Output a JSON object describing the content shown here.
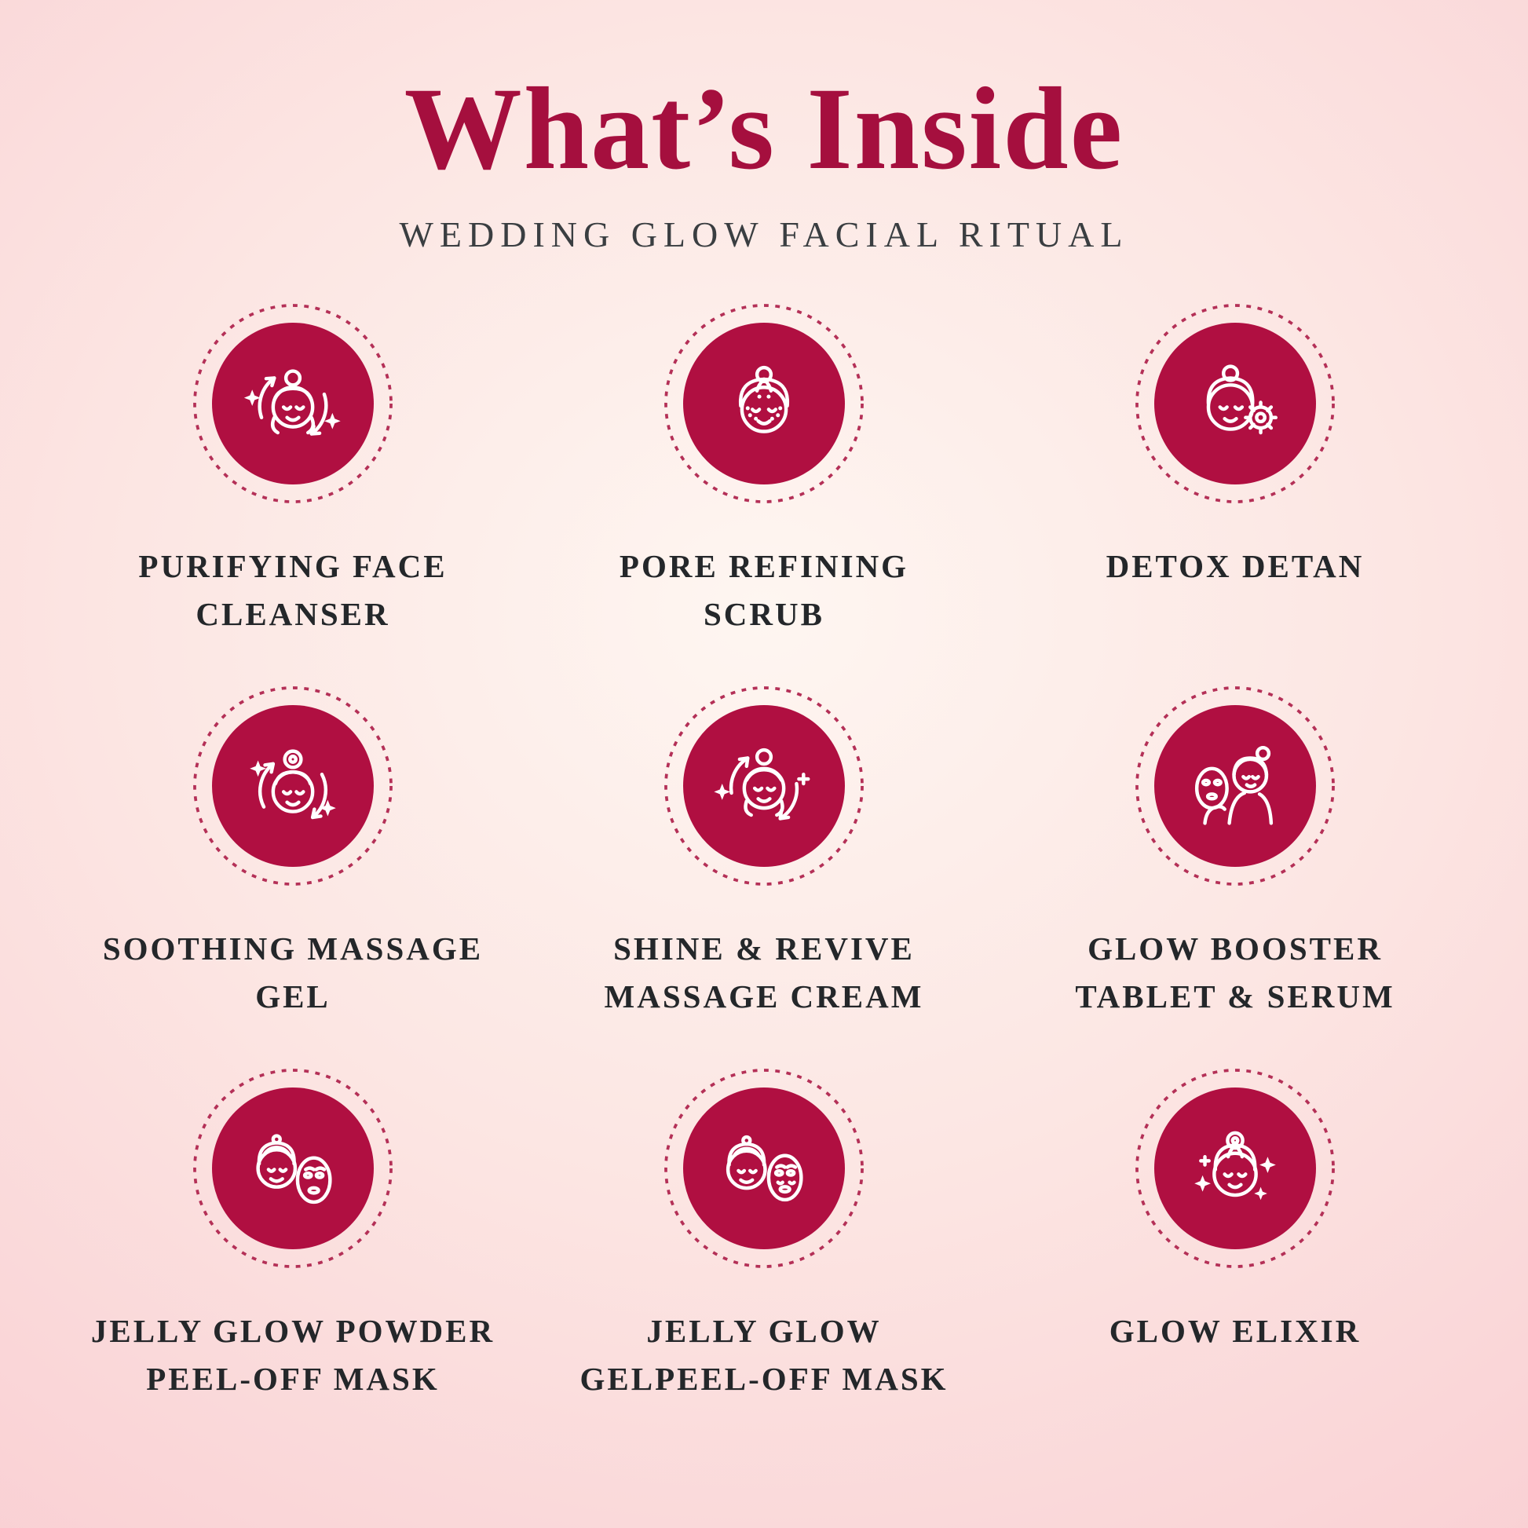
{
  "header": {
    "title": "What’s Inside",
    "subtitle": "WEDDING GLOW FACIAL RITUAL"
  },
  "items": [
    {
      "label": "PURIFYING FACE\nCLEANSER",
      "icon": "face-cleansing-icon"
    },
    {
      "label": "PORE REFINING\nSCRUB",
      "icon": "freckled-face-icon"
    },
    {
      "label": "DETOX DETAN",
      "icon": "face-detox-target-icon"
    },
    {
      "label": "SOOTHING MASSAGE\nGEL",
      "icon": "face-massage-arrows-icon"
    },
    {
      "label": "SHINE & REVIVE\nMASSAGE CREAM",
      "icon": "face-shine-arrows-icon"
    },
    {
      "label": "GLOW BOOSTER\nTABLET & SERUM",
      "icon": "sheet-mask-face-icon"
    },
    {
      "label": "JELLY GLOW POWDER\nPEEL-OFF MASK",
      "icon": "peel-off-mask-faces-icon"
    },
    {
      "label": "JELLY GLOW\nGELPEEL-OFF MASK",
      "icon": "gel-peel-off-mask-faces-icon"
    },
    {
      "label": "GLOW ELIXIR",
      "icon": "sparkle-face-icon"
    }
  ],
  "colors": {
    "accent": "#b00f41",
    "ring": "#b43057",
    "title": "#a50f3e",
    "text": "#24272a",
    "background": "#f5b9c2"
  }
}
